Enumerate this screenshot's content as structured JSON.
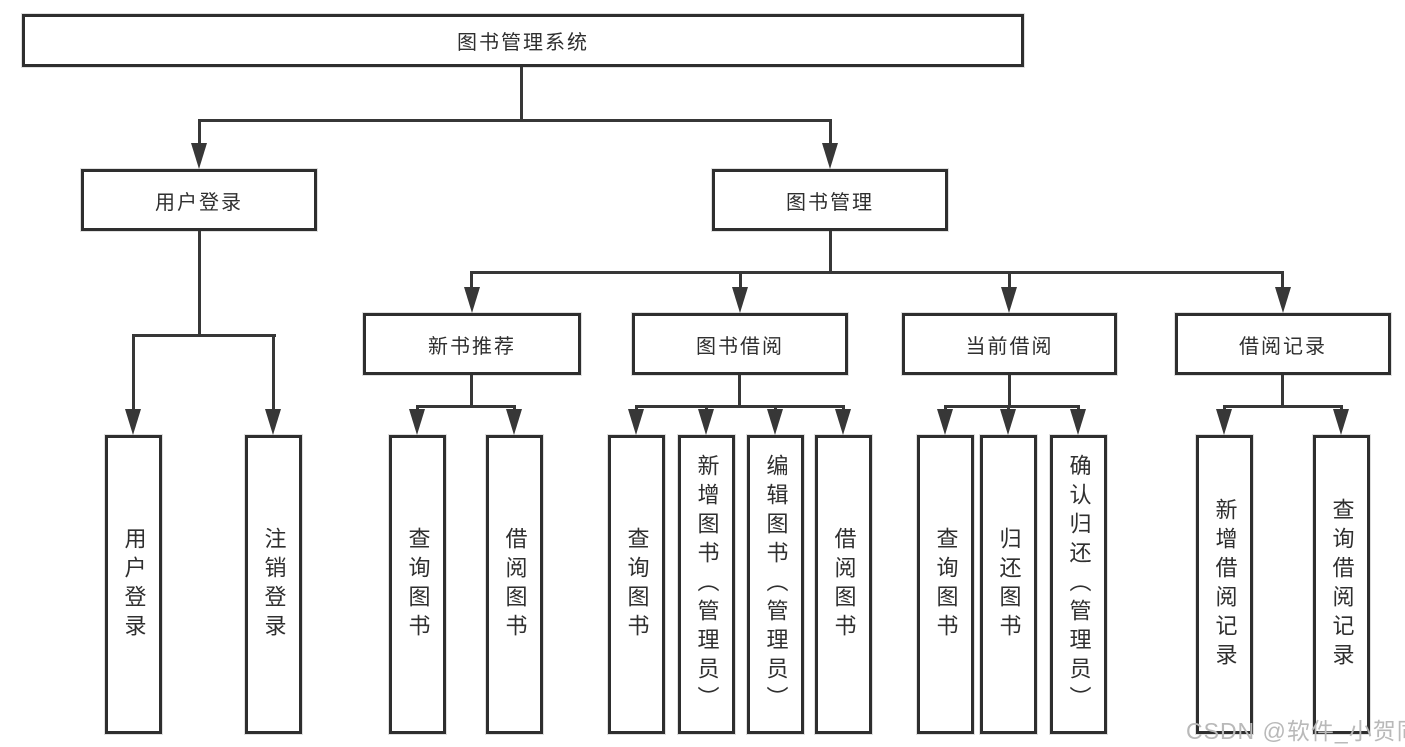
{
  "tree": {
    "root": {
      "label": "图书管理系统",
      "children": [
        {
          "label": "用户登录",
          "children": [
            {
              "label": "用户登录"
            },
            {
              "label": "注销登录"
            }
          ]
        },
        {
          "label": "图书管理",
          "children": [
            {
              "label": "新书推荐",
              "children": [
                {
                  "label": "查询图书"
                },
                {
                  "label": "借阅图书"
                }
              ]
            },
            {
              "label": "图书借阅",
              "children": [
                {
                  "label": "查询图书"
                },
                {
                  "label": "新增图书（管理员）"
                },
                {
                  "label": "编辑图书（管理员）"
                },
                {
                  "label": "借阅图书"
                }
              ]
            },
            {
              "label": "当前借阅",
              "children": [
                {
                  "label": "查询图书"
                },
                {
                  "label": "归还图书"
                },
                {
                  "label": "确认归还（管理员）"
                }
              ]
            },
            {
              "label": "借阅记录",
              "children": [
                {
                  "label": "新增借阅记录"
                },
                {
                  "label": "查询借阅记录"
                }
              ]
            }
          ]
        }
      ]
    }
  },
  "watermark": {
    "text": "CSDN @软件_小贺同学"
  },
  "colors": {
    "line": "#373737",
    "border": "#2e2e2e",
    "text": "#2f2f2f",
    "watermark": "#b9b9b9",
    "background": "#ffffff"
  }
}
